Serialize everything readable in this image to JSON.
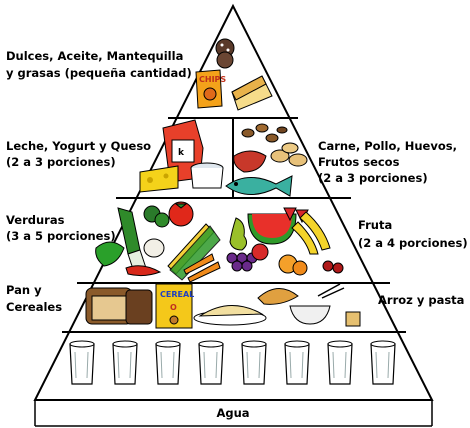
{
  "pyramid": {
    "tiers": [
      {
        "id": "fats",
        "lines": [
          "Dulces, Aceite, Mantequilla",
          "y grasas (pequeña cantidad)"
        ]
      },
      {
        "id": "dairy",
        "lines": [
          "Leche, Yogurt y Queso",
          "(2 a 3 porciones)"
        ]
      },
      {
        "id": "protein",
        "lines": [
          "Carne, Pollo, Huevos,",
          "Frutos secos",
          "(2 a 3 porciones)"
        ]
      },
      {
        "id": "vegetables",
        "lines": [
          "Verduras",
          "(3 a 5 porciones)"
        ]
      },
      {
        "id": "fruit",
        "lines": [
          "Fruta",
          "(2 a 4 porciones)"
        ]
      },
      {
        "id": "bread",
        "lines": [
          "Pan y",
          "Cereales"
        ]
      },
      {
        "id": "rice",
        "lines": [
          "Arroz y pasta"
        ]
      },
      {
        "id": "water",
        "lines": [
          "Agua"
        ]
      }
    ],
    "food_labels": {
      "chips": "CHIPS",
      "cereal_box": "CEREAL",
      "cereal_box_sub": "O"
    },
    "glass_count": 8,
    "colors": {
      "outline": "#000000",
      "background": "#ffffff"
    }
  }
}
